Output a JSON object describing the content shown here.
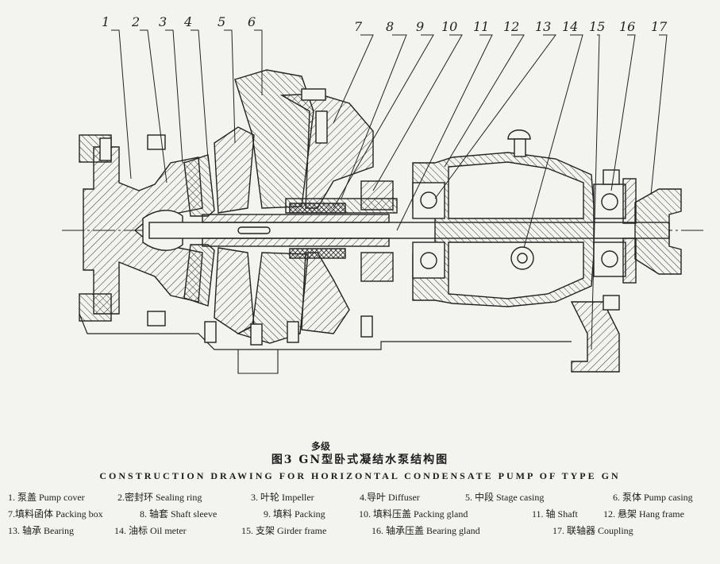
{
  "figure": {
    "title": "图3  GN型卧式凝结水泵结构图",
    "title_insert": "多级",
    "subtitle": "CONSTRUCTION  DRAWING  FOR  HORIZONTAL  CONDENSATE  PUMP  OF  TYPE  GN"
  },
  "part_numbers": [
    "1",
    "2",
    "3",
    "4",
    "5",
    "6",
    "7",
    "8",
    "9",
    "10",
    "11",
    "12",
    "13",
    "14",
    "15",
    "16",
    "17"
  ],
  "legend": {
    "row1": [
      "1. 泵盖 Pump cover",
      "2.密封环  Sealing ring",
      "3. 叶轮 Impeller",
      "4.导叶 Diffuser",
      "5. 中段 Stage  casing",
      "6. 泵体 Pump casing"
    ],
    "row2": [
      "7.填料函体  Packing box",
      "8. 轴套 Shaft sleeve",
      "9. 填料 Packing",
      "10. 填料压盖  Packing  gland",
      "11. 轴 Shaft",
      "12. 悬架 Hang frame"
    ],
    "row3": [
      "13. 轴承 Bearing",
      "14. 油标 Oil meter",
      "15. 支架 Girder  frame",
      "16. 轴承压盖  Bearing  gland",
      "17. 联轴器  Coupling"
    ]
  }
}
